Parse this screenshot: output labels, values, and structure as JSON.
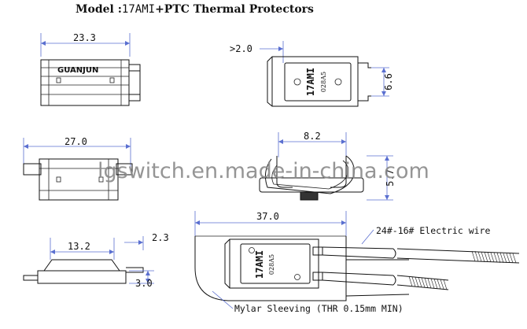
{
  "title": {
    "prefix": "Model :",
    "model": "17AMI",
    "suffix": "+PTC Thermal Protectors"
  },
  "watermark": "lgswitch.en.made-in-china.com",
  "brand_label": "GUANJUN",
  "part_marking": "17AMI",
  "part_code": "028A5",
  "dimensions": {
    "top_width": "23.3",
    "top_right_offset": ">2.0",
    "top_right_height": "6.6",
    "mid_width": "27.0",
    "mid_right_width": "8.2",
    "mid_right_height": "5.7",
    "bottom_left_width": "13.2",
    "bottom_left_tab": "2.3",
    "bottom_left_height": "3.0",
    "bottom_right_width": "37.0"
  },
  "annotations": {
    "wire": "24#-16# Electric wire",
    "sleeving": "Mylar Sleeving (THR 0.15mm MIN)"
  },
  "colors": {
    "dimension_line": "#5a6fd0",
    "watermark": "#8a8a8a"
  }
}
